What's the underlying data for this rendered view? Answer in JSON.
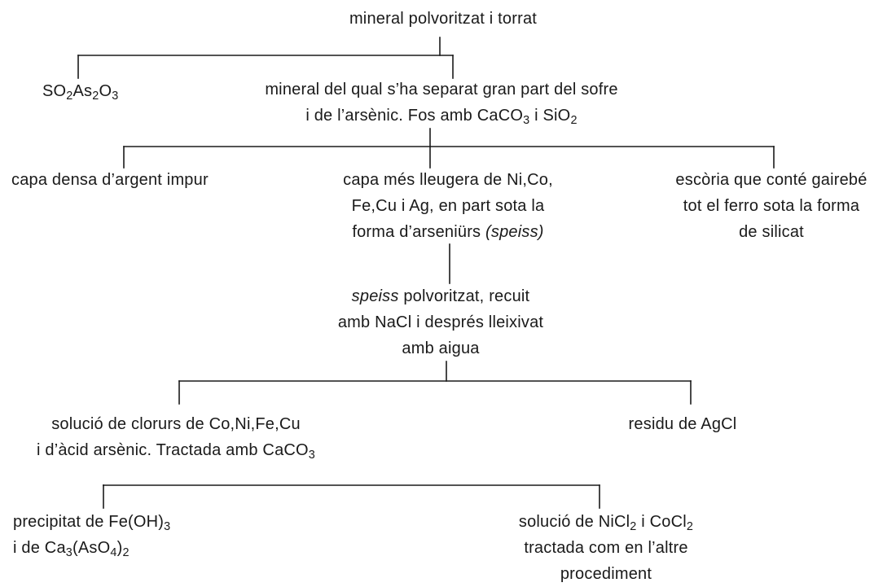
{
  "nodes": {
    "root": {
      "lines": [
        [
          "mineral polvoritzat i torrat"
        ]
      ]
    },
    "gases": {
      "lines": [
        [
          "SO",
          {
            "sub": "2"
          },
          "As",
          {
            "sub": "2"
          },
          "O",
          {
            "sub": "3"
          }
        ]
      ]
    },
    "roasted": {
      "lines": [
        [
          "mineral del qual s’ha separat gran part del sofre"
        ],
        [
          "i de l’arsènic. Fos amb CaCO",
          {
            "sub": "3"
          },
          " i SiO",
          {
            "sub": "2"
          }
        ]
      ]
    },
    "dense_layer": {
      "lines": [
        [
          "capa densa d’argent impur"
        ]
      ]
    },
    "light_layer": {
      "lines": [
        [
          "capa més lleugera de Ni,Co,"
        ],
        [
          "Fe,Cu i Ag, en part sota la"
        ],
        [
          "forma d’arseniürs ",
          {
            "it": "(speiss)"
          }
        ]
      ]
    },
    "slag": {
      "lines": [
        [
          "escòria que conté gairebé"
        ],
        [
          "tot el ferro sota la forma"
        ],
        [
          "de silicat"
        ]
      ]
    },
    "speiss": {
      "lines": [
        [
          {
            "it": "speiss"
          },
          " polvoritzat, recuit"
        ],
        [
          "amb NaCl i després lleixivat"
        ],
        [
          "amb aigua"
        ]
      ]
    },
    "chlorides": {
      "lines": [
        [
          "solució de clorurs de Co,Ni,Fe,Cu"
        ],
        [
          "i d’àcid arsènic. Tractada amb CaCO",
          {
            "sub": "3"
          }
        ]
      ]
    },
    "agcl": {
      "lines": [
        [
          "residu de AgCl"
        ]
      ]
    },
    "precipitate": {
      "lines": [
        [
          "precipitat de Fe(OH)",
          {
            "sub": "3"
          }
        ],
        [
          "i de Ca",
          {
            "sub": "3"
          },
          "(AsO",
          {
            "sub": "4"
          },
          ")",
          {
            "sub": "2"
          }
        ]
      ]
    },
    "ni_co": {
      "lines": [
        [
          "solució de NiCl",
          {
            "sub": "2"
          },
          " i CoCl",
          {
            "sub": "2"
          }
        ],
        [
          "tractada com en l’altre"
        ],
        [
          "procediment"
        ]
      ]
    }
  }
}
